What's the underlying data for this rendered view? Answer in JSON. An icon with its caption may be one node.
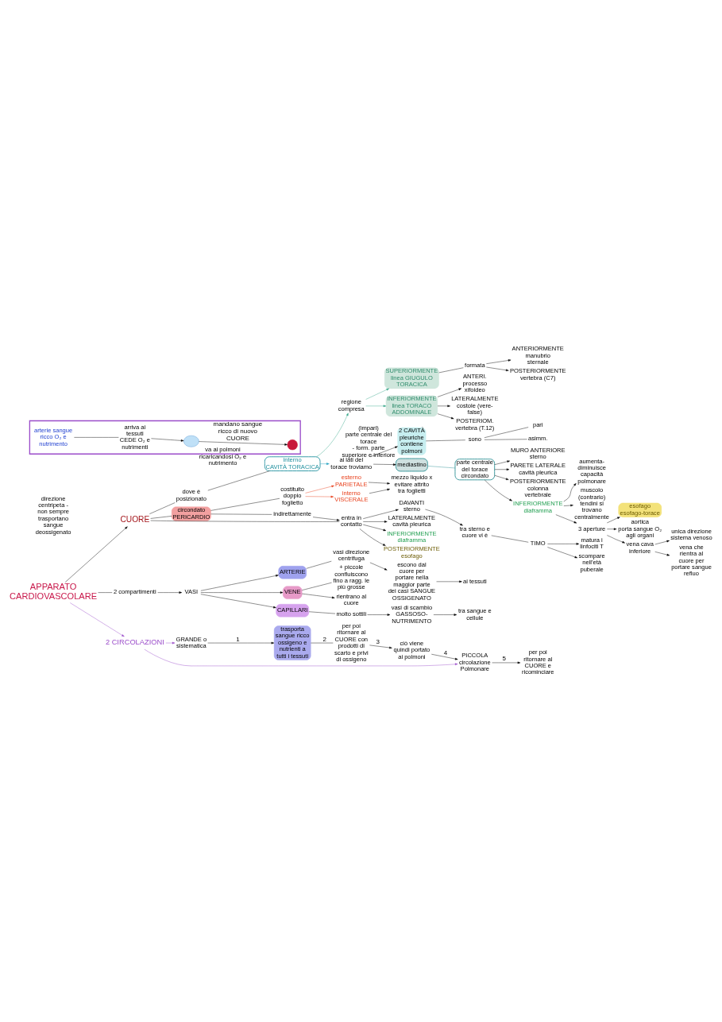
{
  "diagram": {
    "nodes": [
      {
        "text": [
          "APPARATO CARDIOVASCOLARE"
        ]
      },
      {
        "text": [
          "CUORE"
        ]
      },
      {
        "text": [
          "dove è posizionato"
        ]
      },
      {
        "text": [
          "interno",
          "CAVITÀ TORACICA"
        ]
      },
      {
        "text": [
          "regione compresa"
        ]
      },
      {
        "text": [
          "SUPERIORMENTE",
          "linea GIUGULO TORACICA"
        ]
      },
      {
        "text": [
          "formata"
        ]
      },
      {
        "text": [
          "ANTERIORMENTE manubrio sternale"
        ]
      },
      {
        "text": [
          "POSTERIORMENTE vertebra (C7)"
        ]
      },
      {
        "text": [
          "INFERIORMENTE",
          "linea TORACO ADDOMINALE"
        ]
      },
      {
        "text": [
          "ANTERI. processo xifoideo"
        ]
      },
      {
        "text": [
          "LATERALMENTE costole (vere-false)"
        ]
      },
      {
        "text": [
          "POSTERIOM. vertebra (T.12)"
        ]
      },
      {
        "text": [
          "ai lati del torace troviamo"
        ]
      },
      {
        "text": [
          "2 CAVITÀ pleuriche",
          "contiene polmoni"
        ]
      },
      {
        "text": [
          "sono"
        ]
      },
      {
        "text": [
          "pari"
        ]
      },
      {
        "text": [
          "asimm."
        ]
      },
      {
        "text": [
          "mediastino"
        ],
        "beside": [
          "(impari)",
          "parte centrale del torace",
          "- form. parte superiore e inferiore"
        ]
      },
      {
        "text": [
          "parte centrale del torace circondato"
        ]
      },
      {
        "text": [
          "MURO ANTERIORE sterno"
        ]
      },
      {
        "text": [
          "PARETE LATERALE cavità pleurica"
        ]
      },
      {
        "text": [
          "POSTERIORMENTE colonna vertebrale"
        ]
      },
      {
        "text": [
          "INFERIORMENTE",
          "diaframma"
        ]
      },
      {
        "text": [
          "aumenta-diminuisce capacità polmonare"
        ]
      },
      {
        "text": [
          "muscolo (contrario) tendini si trovano centralmente"
        ]
      },
      {
        "text": [
          "3 aperture"
        ]
      },
      {
        "text": [
          "esofago",
          "esofago-torace"
        ]
      },
      {
        "text": [
          "aortica",
          "porta sangue O₂ agli organi"
        ]
      },
      {
        "text": [
          "vena cava inferiore"
        ]
      },
      {
        "text": [
          "unica direzione sistema venoso"
        ]
      },
      {
        "text": [
          "vena che rientra al cuore per portare sangue refluo"
        ]
      },
      {
        "text": [
          "circondato",
          "PERICARDIO"
        ]
      },
      {
        "text": [
          "costituito doppio foglietto"
        ]
      },
      {
        "text": [
          "esterno",
          "PARIETALE"
        ]
      },
      {
        "text": [
          "interno",
          "VISCERALE"
        ]
      },
      {
        "text": [
          "mezzo liquido x evitare attrito tra foglietti"
        ]
      },
      {
        "text": [
          "entra in contatto"
        ]
      },
      {
        "text": [
          "indirettamente"
        ]
      },
      {
        "text": [
          "DAVANTI",
          "sterno"
        ]
      },
      {
        "text": [
          "tra sterno e cuore vi è"
        ]
      },
      {
        "text": [
          "TIMO"
        ]
      },
      {
        "text": [
          "matura i linfociti T"
        ]
      },
      {
        "text": [
          "scompare nell'età puberale"
        ]
      },
      {
        "text": [
          "LATERALMENTE",
          "cavità pleurica"
        ]
      },
      {
        "text": [
          "INFERIORMENTE",
          "diaframma"
        ]
      },
      {
        "text": [
          "POSTERIORMENTE",
          "esofago"
        ]
      },
      {
        "text": [
          "2 compartimenti"
        ]
      },
      {
        "text": [
          "VASI"
        ]
      },
      {
        "text": [
          "ARTERIE"
        ]
      },
      {
        "text": [
          "vasi direzione centrifuga"
        ]
      },
      {
        "text": [
          "escono dal cuore per portare nella maggior parte dei casi SANGUE OSSIGENATO"
        ]
      },
      {
        "text": [
          "ai tessuti"
        ]
      },
      {
        "text": [
          "VENE"
        ]
      },
      {
        "text": [
          "+ piccole confluiscono fino a ragg. le più grosse"
        ]
      },
      {
        "text": [
          "rientrano al cuore"
        ]
      },
      {
        "text": [
          "direzione centripeta - non sempre trasportano sangue deossigenato"
        ]
      },
      {
        "text": [
          "CAPILLARI"
        ]
      },
      {
        "text": [
          "molto sottili"
        ]
      },
      {
        "text": [
          "vasi di scambio GASSOSO-NUTRIMENTO"
        ]
      },
      {
        "text": [
          "tra sangue e cellule"
        ]
      },
      {
        "text": [
          "2 CIRCOLAZIONI"
        ]
      },
      {
        "text": [
          "GRANDE o sistematica"
        ]
      },
      {
        "text": [
          "trasporta sangue ricco ossigeno e nutrienti a tutti i tessuti"
        ]
      },
      {
        "text": [
          "per poi ritornare al CUORE con prodotti di scarto e privi di ossigeno"
        ]
      },
      {
        "text": [
          "PICCOLA circolazione Polmonare"
        ]
      },
      {
        "text": [
          "ciò viene quindi portato ai polmoni"
        ]
      },
      {
        "text": [
          "per poi ritornare al CUORE e ricominciare"
        ]
      },
      {
        "text": [],
        "shape": "box"
      },
      {
        "text": [],
        "shape": "heart",
        "in": 68
      },
      {
        "text": [
          "arterie sangue",
          "ricco O₂ e nutrimento"
        ],
        "in": 68
      },
      {
        "text": [
          "arriva ai tessuti",
          "CEDE O₂ e nutrimenti"
        ],
        "in": 68
      },
      {
        "text": [],
        "shape": "lungs",
        "in": 68,
        "beside": [
          "va ai polmoni ricaricandosi O₂ e nutrimento"
        ]
      }
    ],
    "edges": [
      {
        "from": 0,
        "to": 1,
        "arrow": "to"
      },
      {
        "from": 0,
        "to": 47,
        "arrow": "none"
      },
      {
        "from": 47,
        "to": 48,
        "arrow": "to"
      },
      {
        "from": 0,
        "to": 61,
        "arrow": "to",
        "color": "#9b4dca"
      },
      {
        "from": 1,
        "to": 2,
        "arrow": "none"
      },
      {
        "from": 2,
        "to": 3,
        "arrow": "none"
      },
      {
        "from": 3,
        "to": 4,
        "arrow": "to",
        "color": "#3aa88a"
      },
      {
        "from": 3,
        "to": 13,
        "arrow": "to",
        "color": "#1fa0c0"
      },
      {
        "from": 4,
        "to": 5,
        "arrow": "to",
        "color": "#3aa88a"
      },
      {
        "from": 4,
        "to": 9,
        "arrow": "to",
        "color": "#3aa88a"
      },
      {
        "from": 5,
        "to": 6,
        "arrow": "none"
      },
      {
        "from": 6,
        "to": 7,
        "arrow": "to"
      },
      {
        "from": 6,
        "to": 8,
        "arrow": "to"
      },
      {
        "from": 9,
        "to": 10,
        "arrow": "to"
      },
      {
        "from": 9,
        "to": 11,
        "arrow": "to"
      },
      {
        "from": 9,
        "to": 12,
        "arrow": "to"
      },
      {
        "from": 13,
        "to": 14,
        "arrow": "to"
      },
      {
        "from": 13,
        "to": 18,
        "arrow": "to"
      },
      {
        "from": 14,
        "to": 15,
        "arrow": "none"
      },
      {
        "from": 15,
        "to": 16,
        "arrow": "none"
      },
      {
        "from": 15,
        "to": 17,
        "arrow": "none"
      },
      {
        "from": 18,
        "to": 19,
        "arrow": "none",
        "color": "#2a8f94"
      },
      {
        "from": 19,
        "to": 20,
        "arrow": "to"
      },
      {
        "from": 19,
        "to": 21,
        "arrow": "to"
      },
      {
        "from": 19,
        "to": 22,
        "arrow": "to"
      },
      {
        "from": 19,
        "to": 23,
        "arrow": "to"
      },
      {
        "from": 23,
        "to": 24,
        "arrow": "to"
      },
      {
        "from": 23,
        "to": 25,
        "arrow": "to"
      },
      {
        "from": 23,
        "to": 26,
        "arrow": "to"
      },
      {
        "from": 26,
        "to": 27,
        "arrow": "to"
      },
      {
        "from": 26,
        "to": 28,
        "arrow": "to"
      },
      {
        "from": 26,
        "to": 29,
        "arrow": "to"
      },
      {
        "from": 29,
        "to": 30,
        "arrow": "to"
      },
      {
        "from": 29,
        "to": 31,
        "arrow": "to"
      },
      {
        "from": 1,
        "to": 32,
        "arrow": "none"
      },
      {
        "from": 32,
        "to": 33,
        "arrow": "none"
      },
      {
        "from": 33,
        "to": 34,
        "arrow": "to",
        "color": "#e8401c"
      },
      {
        "from": 33,
        "to": 35,
        "arrow": "to",
        "color": "#e8401c"
      },
      {
        "from": 34,
        "to": 36,
        "arrow": "to"
      },
      {
        "from": 35,
        "to": 36,
        "arrow": "to"
      },
      {
        "from": 1,
        "to": 37,
        "arrow": "none"
      },
      {
        "from": 32,
        "to": 38,
        "arrow": "none"
      },
      {
        "from": 38,
        "to": 37,
        "arrow": "to"
      },
      {
        "from": 37,
        "to": 39,
        "arrow": "to"
      },
      {
        "from": 37,
        "to": 44,
        "arrow": "to"
      },
      {
        "from": 37,
        "to": 45,
        "arrow": "to"
      },
      {
        "from": 37,
        "to": 46,
        "arrow": "to"
      },
      {
        "from": 39,
        "to": 40,
        "arrow": "to"
      },
      {
        "from": 40,
        "to": 41,
        "arrow": "none"
      },
      {
        "from": 41,
        "to": 42,
        "arrow": "to"
      },
      {
        "from": 41,
        "to": 43,
        "arrow": "to"
      },
      {
        "from": 48,
        "to": 49,
        "arrow": "to"
      },
      {
        "from": 48,
        "to": 53,
        "arrow": "to"
      },
      {
        "from": 48,
        "to": 57,
        "arrow": "to"
      },
      {
        "from": 49,
        "to": 50,
        "arrow": "none"
      },
      {
        "from": 50,
        "to": 51,
        "arrow": "to"
      },
      {
        "from": 51,
        "to": 52,
        "arrow": "to"
      },
      {
        "from": 53,
        "to": 54,
        "arrow": "none"
      },
      {
        "from": 53,
        "to": 55,
        "arrow": "to"
      },
      {
        "from": 57,
        "to": 58,
        "arrow": "none"
      },
      {
        "from": 58,
        "to": 59,
        "arrow": "to"
      },
      {
        "from": 59,
        "to": 60,
        "arrow": "to"
      },
      {
        "from": 61,
        "to": 62,
        "arrow": "to",
        "color": "#9b4dca"
      },
      {
        "from": 61,
        "to": 65,
        "arrow": "to",
        "color": "#9b4dca"
      },
      {
        "from": 62,
        "to": 63,
        "arrow": "to",
        "label": "1"
      },
      {
        "from": 63,
        "to": 64,
        "arrow": "none",
        "label": "2"
      },
      {
        "from": 64,
        "to": 66,
        "arrow": "to",
        "label": "3"
      },
      {
        "from": 66,
        "to": 65,
        "arrow": "to",
        "label": "4"
      },
      {
        "from": 65,
        "to": 67,
        "arrow": "to",
        "label": "5"
      },
      {
        "from": 70,
        "to": 71,
        "arrow": "none"
      },
      {
        "from": 71,
        "to": 72,
        "arrow": "to"
      },
      {
        "from": 72,
        "to": 69,
        "arrow": "to",
        "label": "mandano sangue ricco di nuovo CUORE"
      }
    ]
  }
}
